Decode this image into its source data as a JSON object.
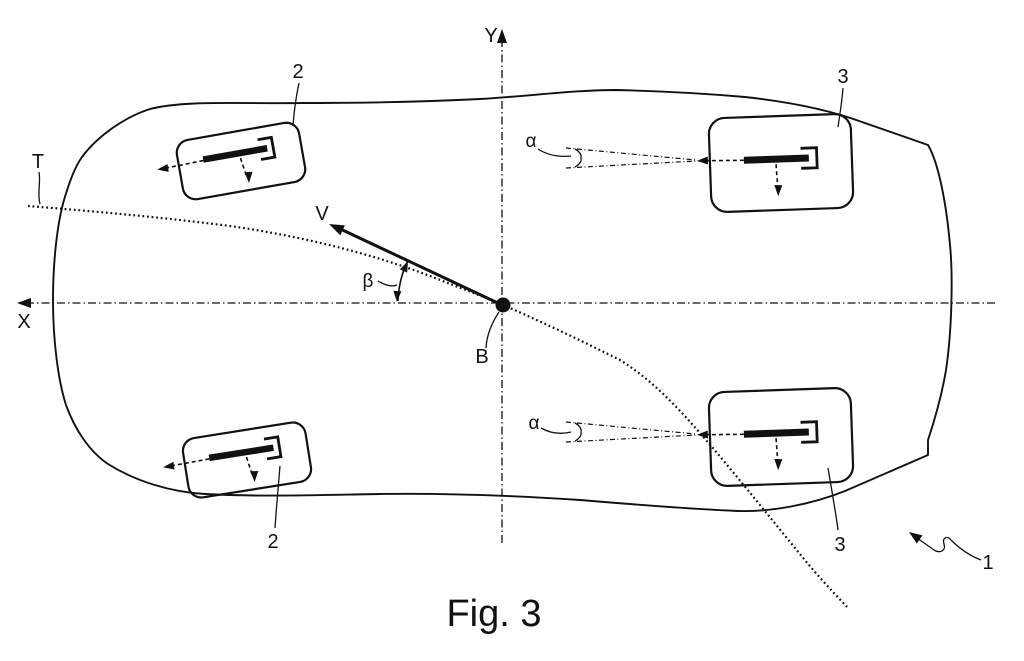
{
  "figure": {
    "caption": "Fig. 3",
    "ink_color": "#111111",
    "background_color": "#ffffff",
    "labels": {
      "axis_y": "Y",
      "axis_x": "X",
      "trajectory": "T",
      "velocity": "V",
      "beta": "β",
      "point_b": "B",
      "alpha_upper": "α",
      "alpha_lower": "α",
      "vehicle": "1",
      "wheel_upper_left": "2",
      "wheel_lower_left": "2",
      "wheel_upper_right": "3",
      "wheel_lower_right": "3"
    }
  }
}
